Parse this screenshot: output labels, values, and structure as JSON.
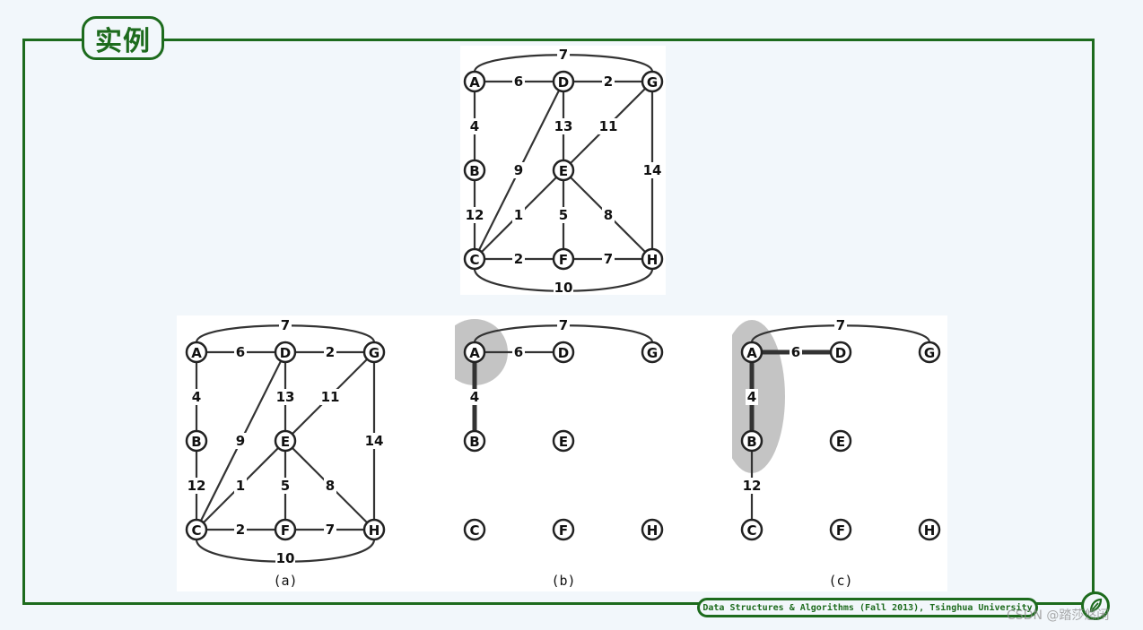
{
  "slide": {
    "title": "实例",
    "footer": "Data Structures & Algorithms (Fall 2013), Tsinghua University",
    "watermark": "CSDN @踏莎悠闲",
    "accent_color": "#1d6b1d",
    "corner_icon": "leaf-icon"
  },
  "graph": {
    "nodes": [
      "A",
      "B",
      "C",
      "D",
      "E",
      "F",
      "G",
      "H"
    ],
    "edges": [
      {
        "from": "A",
        "to": "D",
        "weight": "6"
      },
      {
        "from": "D",
        "to": "G",
        "weight": "2"
      },
      {
        "from": "A",
        "to": "G",
        "weight": "7"
      },
      {
        "from": "A",
        "to": "B",
        "weight": "4"
      },
      {
        "from": "B",
        "to": "C",
        "weight": "12"
      },
      {
        "from": "D",
        "to": "E",
        "weight": "13"
      },
      {
        "from": "G",
        "to": "E",
        "weight": "11"
      },
      {
        "from": "D",
        "to": "C",
        "weight": "9"
      },
      {
        "from": "G",
        "to": "H",
        "weight": "14"
      },
      {
        "from": "C",
        "to": "E",
        "weight": "1"
      },
      {
        "from": "E",
        "to": "F",
        "weight": "5"
      },
      {
        "from": "E",
        "to": "H",
        "weight": "8"
      },
      {
        "from": "C",
        "to": "F",
        "weight": "2"
      },
      {
        "from": "F",
        "to": "H",
        "weight": "7"
      },
      {
        "from": "C",
        "to": "H",
        "weight": "10"
      }
    ]
  },
  "panels": [
    {
      "id": "top",
      "caption": "",
      "edges": [
        "A-D",
        "D-G",
        "A-G",
        "A-B",
        "B-C",
        "D-E",
        "G-E",
        "D-C",
        "G-H",
        "C-E",
        "E-F",
        "E-H",
        "C-F",
        "F-H",
        "C-H"
      ],
      "bold": [],
      "highlight": ""
    },
    {
      "id": "a",
      "caption": "(a)",
      "edges": [
        "A-D",
        "D-G",
        "A-G",
        "A-B",
        "B-C",
        "D-E",
        "G-E",
        "D-C",
        "G-H",
        "C-E",
        "E-F",
        "E-H",
        "C-F",
        "F-H",
        "C-H"
      ],
      "bold": [],
      "highlight": ""
    },
    {
      "id": "b",
      "caption": "(b)",
      "edges": [
        "A-D",
        "A-G",
        "A-B"
      ],
      "bold": [
        "A-B"
      ],
      "highlight": "A"
    },
    {
      "id": "c",
      "caption": "(c)",
      "edges": [
        "A-D",
        "A-G",
        "A-B",
        "B-C"
      ],
      "bold": [
        "A-B",
        "A-D"
      ],
      "highlight": "A,B"
    }
  ]
}
